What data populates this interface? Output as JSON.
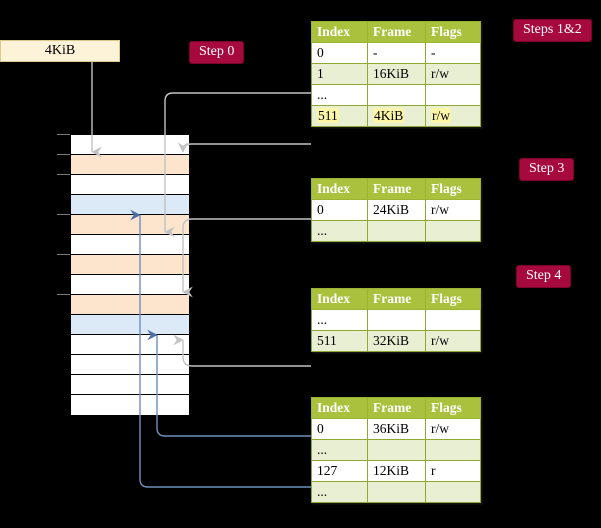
{
  "diagram": {
    "title_label": "4KiB",
    "badges": [
      {
        "name": "step-0",
        "label": "Step 0"
      },
      {
        "name": "steps-1-2",
        "label": "Steps 1&2"
      },
      {
        "name": "step-3",
        "label": "Step 3"
      },
      {
        "name": "step-4",
        "label": "Step 4"
      }
    ],
    "columns": [
      "Index",
      "Frame",
      "Flags"
    ],
    "tables": [
      {
        "name": "page-table-level-4",
        "rows": [
          {
            "index": "0",
            "frame": "-",
            "flags": "-",
            "style": "plain",
            "highlight": false
          },
          {
            "index": "1",
            "frame": "16KiB",
            "flags": "r/w",
            "style": "alt",
            "highlight": false
          },
          {
            "index": "...",
            "frame": "",
            "flags": "",
            "style": "plain",
            "highlight": false
          },
          {
            "index": "511",
            "frame": "4KiB",
            "flags": "r/w",
            "style": "alt",
            "highlight": true
          }
        ]
      },
      {
        "name": "page-table-level-3",
        "rows": [
          {
            "index": "0",
            "frame": "24KiB",
            "flags": "r/w",
            "style": "plain",
            "highlight": false
          },
          {
            "index": "...",
            "frame": "",
            "flags": "",
            "style": "alt",
            "highlight": false
          }
        ]
      },
      {
        "name": "page-table-level-2",
        "rows": [
          {
            "index": "...",
            "frame": "",
            "flags": "",
            "style": "plain",
            "highlight": false
          },
          {
            "index": "511",
            "frame": "32KiB",
            "flags": "r/w",
            "style": "alt",
            "highlight": false
          }
        ]
      },
      {
        "name": "page-table-level-1",
        "rows": [
          {
            "index": "0",
            "frame": "36KiB",
            "flags": "r/w",
            "style": "plain",
            "highlight": false
          },
          {
            "index": "...",
            "frame": "",
            "flags": "",
            "style": "alt",
            "highlight": false
          },
          {
            "index": "127",
            "frame": "12KiB",
            "flags": "r",
            "style": "plain",
            "highlight": false
          },
          {
            "index": "...",
            "frame": "",
            "flags": "",
            "style": "alt",
            "highlight": false
          }
        ]
      }
    ],
    "memory_frames": [
      {
        "fill": "white"
      },
      {
        "fill": "orange"
      },
      {
        "fill": "white"
      },
      {
        "fill": "blue"
      },
      {
        "fill": "orange"
      },
      {
        "fill": "white"
      },
      {
        "fill": "orange"
      },
      {
        "fill": "white"
      },
      {
        "fill": "orange"
      },
      {
        "fill": "blue"
      },
      {
        "fill": "white"
      },
      {
        "fill": "white"
      },
      {
        "fill": "white"
      },
      {
        "fill": "white"
      }
    ],
    "tick_rows": [
      0,
      1,
      2,
      4,
      6,
      8
    ],
    "colors": {
      "background": "#000000",
      "badge": "#a6093d",
      "table_header": "#a9c13c",
      "table_alt_row": "#e9efd3",
      "highlight": "#fbf6a8",
      "frame_orange": "#fde4cd",
      "frame_blue": "#dce9f7",
      "label_box": "#fdf3d8",
      "wire_gray": "#b9b9b9",
      "wire_blue": "#6e8fc0"
    }
  }
}
